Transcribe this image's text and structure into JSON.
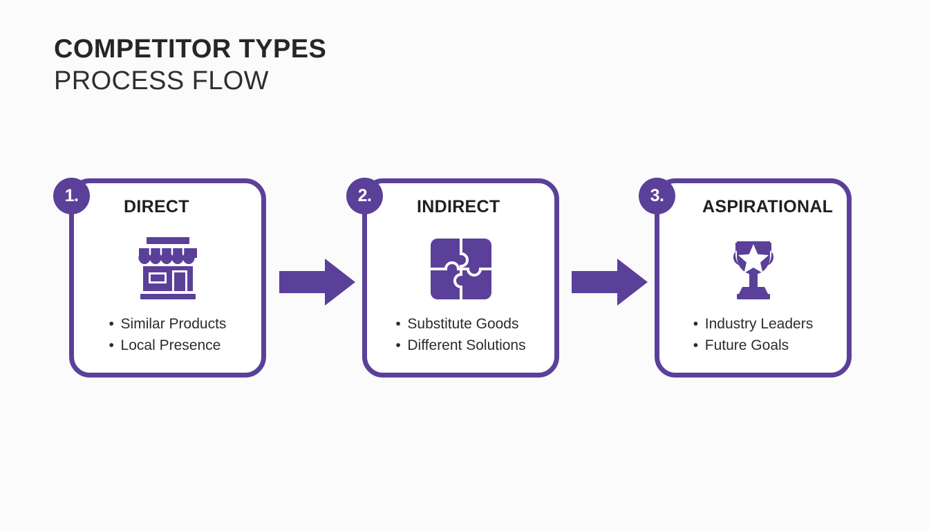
{
  "header": {
    "title_main": "COMPETITOR TYPES",
    "title_sub": "PROCESS FLOW"
  },
  "theme": {
    "accent": "#5B4099",
    "background": "#FBFBFC",
    "title_color": "#262626",
    "body_text": "#2B2B2B",
    "card_fill": "#FFFFFF"
  },
  "flow": {
    "cards": [
      {
        "badge": "1.",
        "title": "DIRECT",
        "icon": "storefront-icon",
        "bullets": [
          "Similar Products",
          "Local Presence"
        ]
      },
      {
        "badge": "2.",
        "title": "INDIRECT",
        "icon": "puzzle-icon",
        "bullets": [
          "Substitute Goods",
          "Different Solutions"
        ]
      },
      {
        "badge": "3.",
        "title": "ASPIRATIONAL",
        "icon": "trophy-icon",
        "bullets": [
          "Industry Leaders",
          "Future Goals"
        ]
      }
    ],
    "connectors": [
      {
        "icon": "arrow-right-icon"
      },
      {
        "icon": "arrow-right-icon"
      }
    ]
  }
}
